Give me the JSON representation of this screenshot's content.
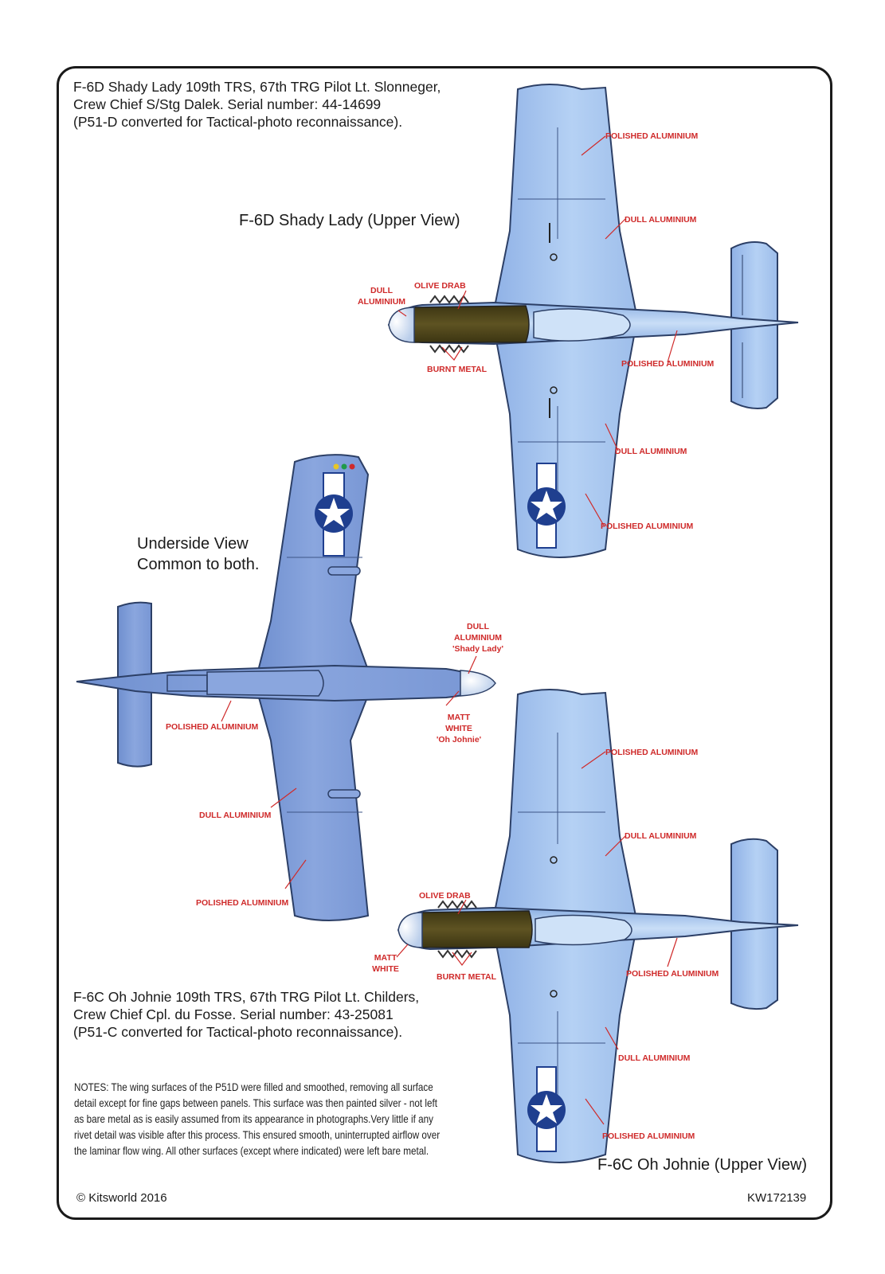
{
  "aircraft": [
    {
      "description_lines": [
        "F-6D Shady Lady 109th TRS, 67th TRG Pilot Lt. Slonneger,",
        "Crew Chief S/Stg Dalek. Serial number: 44-14699",
        "(P51-D converted for Tactical-photo reconnaissance)."
      ],
      "view_title": "F-6D Shady Lady (Upper View)"
    },
    {
      "description_lines": [
        "F-6C Oh Johnie 109th TRS, 67th TRG Pilot Lt. Childers,",
        "Crew Chief Cpl. du Fosse. Serial number: 43-25081",
        "(P51-C converted for Tactical-photo reconnaissance)."
      ],
      "view_title": "F-6C Oh Johnie (Upper View)"
    }
  ],
  "underside": {
    "title_lines": [
      "Underside View",
      "Common to both."
    ]
  },
  "callouts": {
    "top": {
      "polished_wing": "POLISHED ALUMINIUM",
      "dull_wing": "DULL ALUMINIUM",
      "dull_nose_1": "DULL",
      "dull_nose_2": "ALUMINIUM",
      "olive": "OLIVE DRAB",
      "burnt": "BURNT METAL",
      "polished_tail": "POLISHED ALUMINIUM",
      "dull_lower": "DULL ALUMINIUM",
      "polished_lower": "POLISHED ALUMINIUM"
    },
    "under": {
      "dull_1": "DULL",
      "dull_2": "ALUMINIUM",
      "shady": "'Shady Lady'",
      "matt_1": "MATT",
      "matt_2": "WHITE",
      "johnie": "'Oh Johnie'",
      "polished_tail": "POLISHED ALUMINIUM",
      "dull_wing": "DULL ALUMINIUM",
      "polished_wing": "POLISHED ALUMINIUM"
    },
    "bottom": {
      "polished_wing": "POLISHED ALUMINIUM",
      "dull_wing": "DULL ALUMINIUM",
      "olive": "OLIVE DRAB",
      "matt_1": "MATT",
      "matt_2": "WHITE",
      "burnt": "BURNT METAL",
      "polished_tail": "POLISHED ALUMINIUM",
      "dull_lower": "DULL ALUMINIUM",
      "polished_lower": "POLISHED ALUMINIUM"
    }
  },
  "notes_lines": [
    "NOTES:  The wing surfaces of the P51D were filled and smoothed, removing all surface",
    "detail except for fine gaps between panels. This surface was then painted silver - not left",
    "as bare metal as is easily assumed from its appearance in photographs.Very little if any",
    "rivet detail was visible after this process. This ensured smooth, uninterrupted airflow over",
    "the laminar flow wing. All other surfaces (except where indicated) were left bare metal."
  ],
  "footer": {
    "copyright": "© Kitsworld 2016",
    "code": "KW172139"
  },
  "colors": {
    "polished_aluminium": "#a9c7ec",
    "dull_aluminium": "#7f9fd8",
    "olive_drab": "#4d4419",
    "callout_red": "#cf2a2a",
    "insignia_blue": "#1f3f8f"
  }
}
